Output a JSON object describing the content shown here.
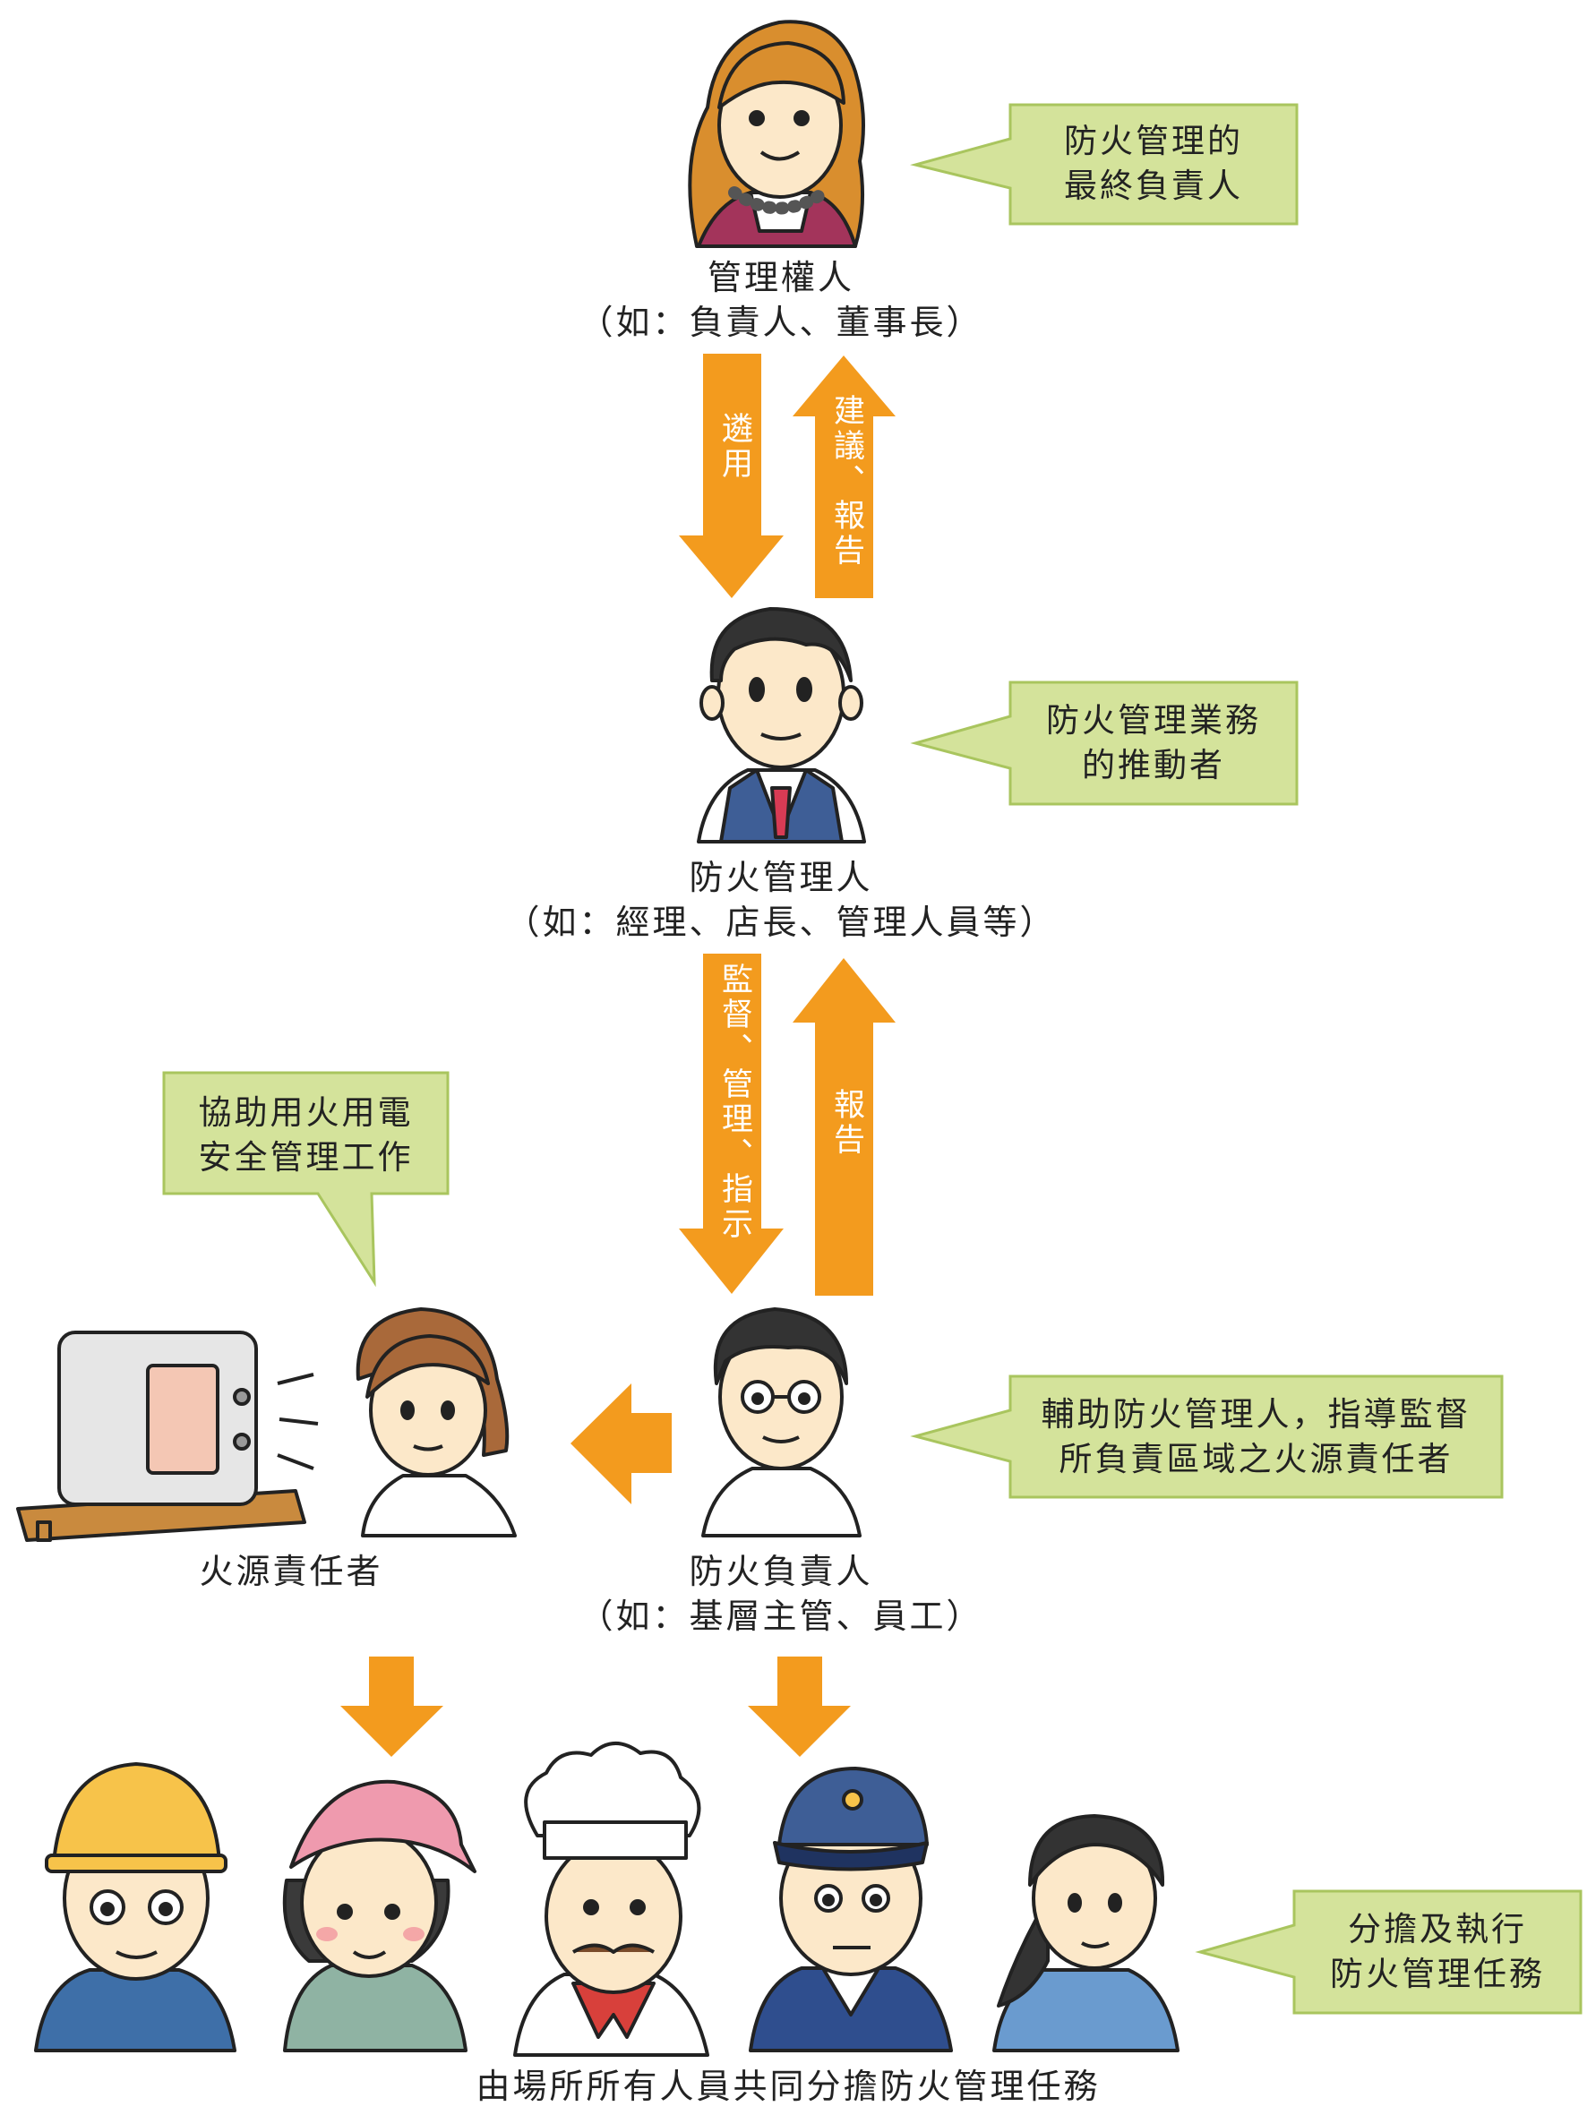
{
  "roles": {
    "owner": {
      "title": "管理權人",
      "example": "（如：負責人、董事長）"
    },
    "manager": {
      "title": "防火管理人",
      "example": "（如：經理、店長、管理人員等）"
    },
    "fire_officer": {
      "title": "防火負責人",
      "example": "（如：基層主管、員工）"
    },
    "fire_source": {
      "title": "火源責任者"
    }
  },
  "callouts": {
    "owner": {
      "line1": "防火管理的",
      "line2": "最終負責人"
    },
    "manager": {
      "line1": "防火管理業務",
      "line2": "的推動者"
    },
    "fire_source": {
      "line1": "協助用火用電",
      "line2": "安全管理工作"
    },
    "fire_officer": {
      "line1": "輔助防火管理人，指導監督",
      "line2": "所負責區域之火源責任者"
    },
    "everyone": {
      "line1": "分擔及執行",
      "line2": "防火管理任務"
    }
  },
  "arrows": {
    "appoint": "遴用",
    "advise_report": "建議、報告",
    "supervise": "監督、管理、指示",
    "report": "報告"
  },
  "footer": "由場所所有人員共同分擔防火管理任務",
  "colors": {
    "arrow": "#F39B1E",
    "callout_fill": "#D4E39B",
    "callout_border": "#A9C55E"
  }
}
